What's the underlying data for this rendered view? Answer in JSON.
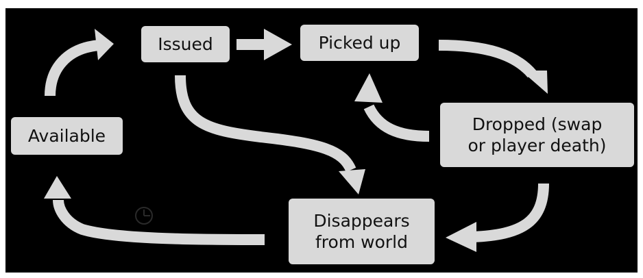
{
  "diagram": {
    "colors": {
      "background": "#000000",
      "box_fill": "#d9d9d9",
      "arrow": "#d9d9d9",
      "text": "#111111"
    },
    "nodes": {
      "available": {
        "label": "Available"
      },
      "issued": {
        "label": "Issued"
      },
      "picked_up": {
        "label": "Picked up"
      },
      "dropped": {
        "line1": "Dropped (swap",
        "line2": "or player death)"
      },
      "disappears": {
        "line1": "Disappears",
        "line2": "from world"
      }
    },
    "edges": [
      {
        "from": "Available",
        "to": "Issued"
      },
      {
        "from": "Issued",
        "to": "Picked up"
      },
      {
        "from": "Picked up",
        "to": "Dropped (swap or player death)"
      },
      {
        "from": "Dropped (swap or player death)",
        "to": "Picked up"
      },
      {
        "from": "Issued",
        "to": "Disappears from world"
      },
      {
        "from": "Dropped (swap or player death)",
        "to": "Disappears from world"
      },
      {
        "from": "Disappears from world",
        "to": "Available"
      }
    ],
    "decorations": [
      "clock-icon"
    ]
  }
}
